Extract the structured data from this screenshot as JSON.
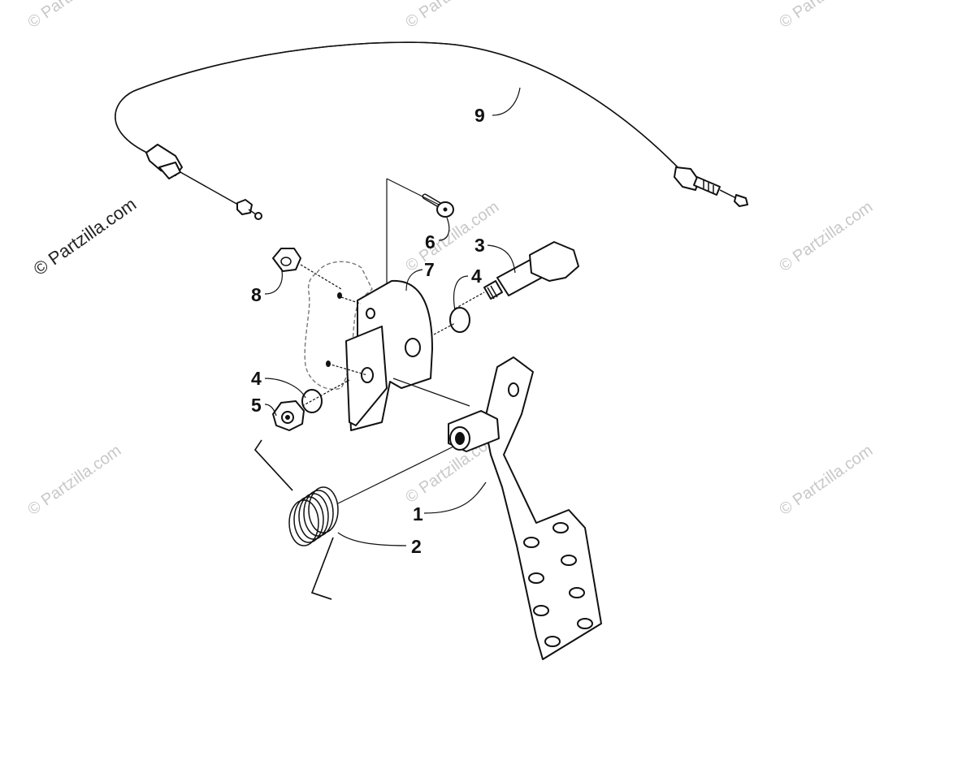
{
  "diagram": {
    "callouts": [
      "1",
      "2",
      "3",
      "4",
      "4",
      "5",
      "6",
      "7",
      "8",
      "9"
    ]
  },
  "watermarks": {
    "primary": "© Partzilla.com",
    "repeat": "© Partzilla.com"
  },
  "icons": {
    "pedal": "accelerator-pedal-icon",
    "spring": "torsion-spring-icon",
    "bracket": "mounting-bracket-icon",
    "cable": "throttle-cable-icon"
  }
}
